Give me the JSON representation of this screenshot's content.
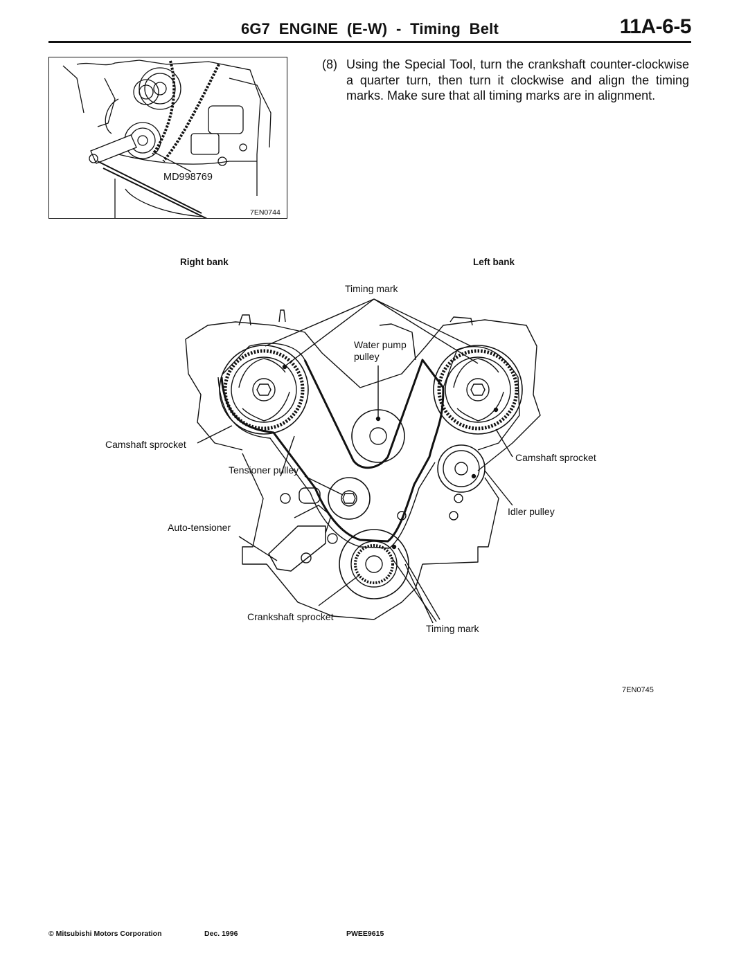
{
  "header": {
    "title": "6G7  ENGINE  (E-W)  -  Timing  Belt",
    "page_number": "11A-6-5"
  },
  "figure1": {
    "tool_label": "MD998769",
    "figure_code": "7EN0744"
  },
  "step": {
    "number": "(8)",
    "text": "Using the Special Tool, turn the crankshaft counter-clockwise a quarter turn, then turn it clockwise and align the timing marks. Make sure that all timing marks are in alignment."
  },
  "figure2": {
    "right_bank": "Right bank",
    "left_bank": "Left bank",
    "timing_mark_top": "Timing mark",
    "water_pump_line1": "Water  pump",
    "water_pump_line2": "pulley",
    "camshaft_sprocket_left": "Camshaft sprocket",
    "camshaft_sprocket_right": "Camshaft sprocket",
    "tensioner_pulley": "Tensioner pulley",
    "idler_pulley": "Idler pulley",
    "auto_tensioner": "Auto-tensioner",
    "crankshaft_sprocket": "Crankshaft sprocket",
    "timing_mark_bottom": "Timing mark",
    "figure_code": "7EN0745"
  },
  "footer": {
    "copyright_symbol": "©",
    "company": "Mitsubishi Motors Corporation",
    "date": "Dec. 1996",
    "pub_code": "PWEE9615"
  }
}
